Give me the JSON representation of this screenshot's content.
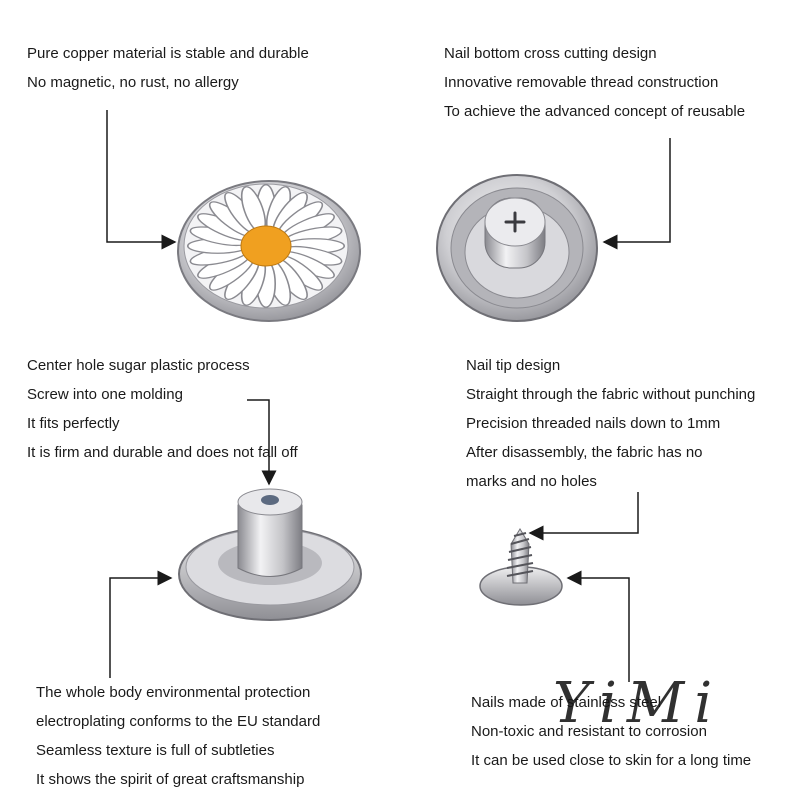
{
  "top_left": {
    "lines": [
      "Pure copper material is stable and durable",
      "No magnetic, no rust, no allergy"
    ]
  },
  "top_right": {
    "lines": [
      "Nail bottom cross cutting design",
      "Innovative removable thread construction",
      "To achieve the advanced concept of reusable"
    ]
  },
  "middle_left": {
    "lines": [
      "Center hole sugar plastic process",
      "Screw into one molding",
      "It fits perfectly",
      "It is firm and durable and does not fall off"
    ]
  },
  "middle_right": {
    "lines": [
      "Nail tip design",
      "Straight through the fabric without punching",
      "Precision threaded nails down to 1mm",
      "After disassembly, the fabric has no",
      "marks and no holes"
    ]
  },
  "bottom_left": {
    "lines": [
      "The whole body environmental protection",
      "electroplating conforms to the EU standard",
      "Seamless texture is full of subtleties",
      "It shows the spirit of great craftsmanship"
    ]
  },
  "bottom_right": {
    "lines": [
      "Nails made of stainless steel",
      "Non-toxic and resistant to corrosion",
      "It can be used close to skin for a long time"
    ]
  },
  "watermark": "YiMi",
  "colors": {
    "text": "#1a1a1a",
    "connector": "#1a1a1a",
    "daisy_center": "#f0a020",
    "metal": "#c8c8cc"
  },
  "icons": [
    "daisy-button-icon",
    "button-back-icon",
    "rivet-icon",
    "screw-icon"
  ]
}
